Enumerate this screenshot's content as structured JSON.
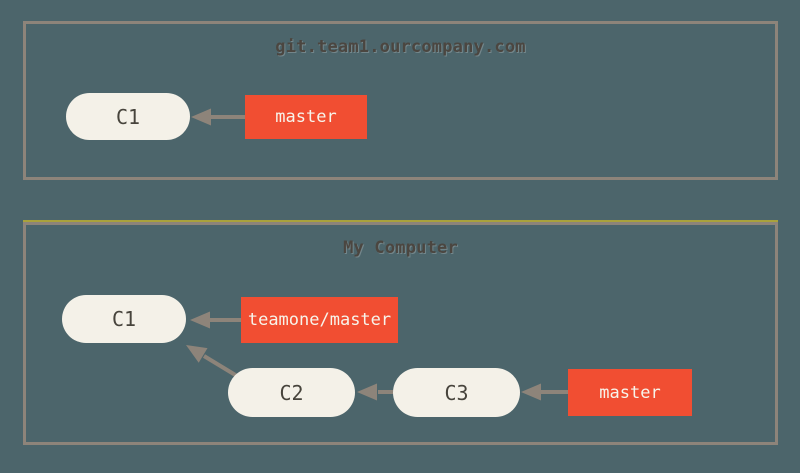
{
  "colors": {
    "bg": "#4c656b",
    "line": "#8d847a",
    "accent": "#a9a23c",
    "node-fill": "#f4f1e8",
    "node-text": "#47443c",
    "branch-fill": "#f14e32",
    "branch-text": "#f7f4eb",
    "title": "#4b4640",
    "arrow": "#8d847a"
  },
  "remote": {
    "title": "git.team1.ourcompany.com",
    "commits": [
      {
        "label": "C1"
      }
    ],
    "branches": [
      {
        "label": "master",
        "points_to": "C1"
      }
    ]
  },
  "local": {
    "title": "My Computer",
    "commits": [
      {
        "label": "C1"
      },
      {
        "label": "C2"
      },
      {
        "label": "C3"
      }
    ],
    "branches": [
      {
        "label": "teamone/master",
        "points_to": "C1"
      },
      {
        "label": "master",
        "points_to": "C3"
      }
    ],
    "edges": [
      "C2->C1",
      "C3->C2"
    ]
  }
}
